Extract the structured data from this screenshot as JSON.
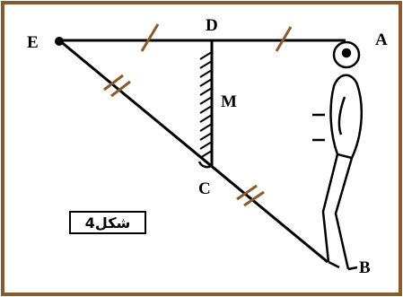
{
  "diagram": {
    "points": {
      "A": "A",
      "B": "B",
      "C": "C",
      "D": "D",
      "E": "E",
      "M": "M"
    },
    "caption": "شكل4",
    "colors": {
      "frame": "#8b5a2b",
      "ink": "#000000",
      "background": "#ffffff"
    },
    "elements": [
      "segment-EA",
      "segment-EB",
      "mirror-DC",
      "person",
      "equal-tick-marks"
    ]
  }
}
